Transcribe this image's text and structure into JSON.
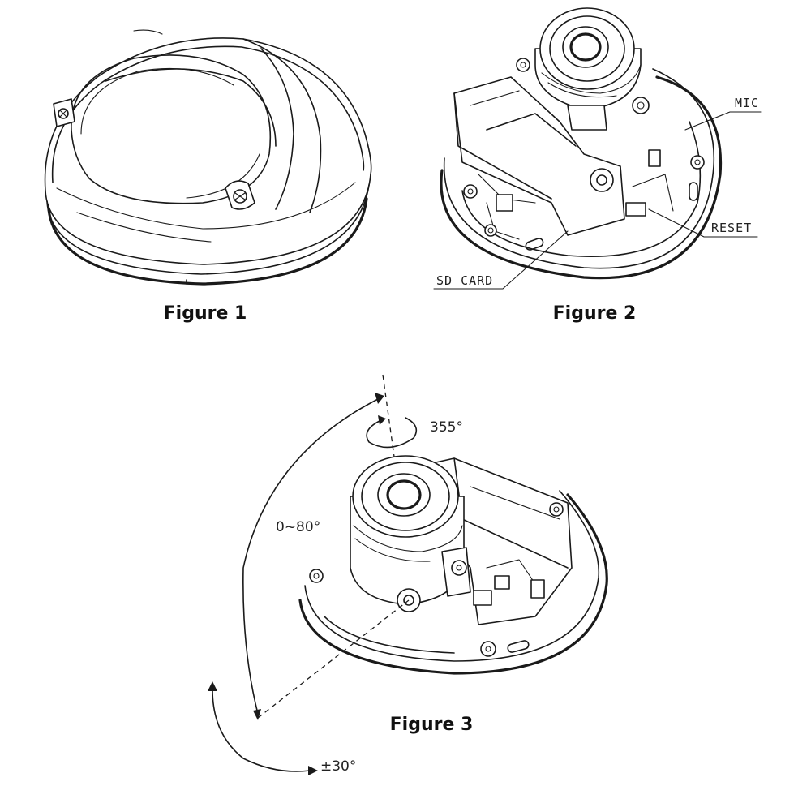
{
  "figures": {
    "fig1": {
      "caption": "Figure 1"
    },
    "fig2": {
      "caption": "Figure 2",
      "callouts": {
        "mic": "MIC",
        "reset": "RESET",
        "sd_card": "SD CARD"
      }
    },
    "fig3": {
      "caption": "Figure 3",
      "angles": {
        "pan": "355°",
        "tilt": "0~80°",
        "rotate": "±30°"
      }
    }
  }
}
